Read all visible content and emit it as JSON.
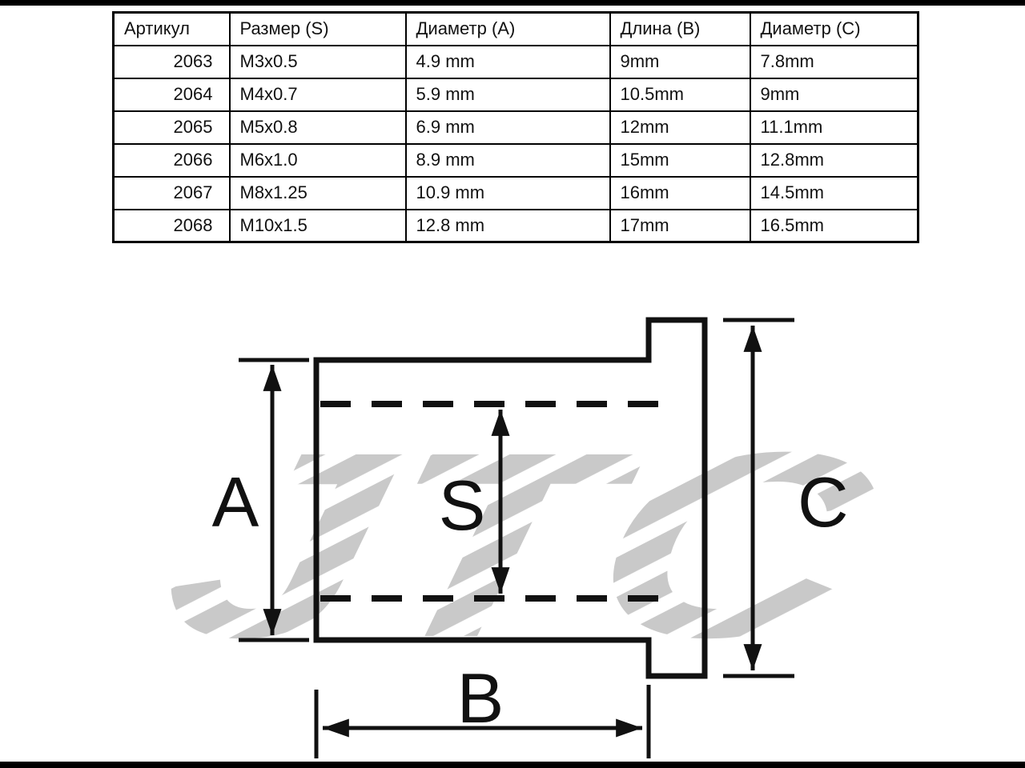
{
  "table": {
    "headers": [
      "Артикул",
      "Размер (S)",
      "Диаметр (A)",
      "Длина (B)",
      "Диаметр (C)"
    ],
    "rows": [
      [
        "2063",
        "M3x0.5",
        "4.9 mm",
        "9mm",
        "7.8mm"
      ],
      [
        "2064",
        "M4x0.7",
        "5.9 mm",
        "10.5mm",
        "9mm"
      ],
      [
        "2065",
        "M5x0.8",
        "6.9 mm",
        "12mm",
        "11.1mm"
      ],
      [
        "2066",
        "M6x1.0",
        "8.9 mm",
        "15mm",
        "12.8mm"
      ],
      [
        "2067",
        "M8x1.25",
        "10.9 mm",
        "16mm",
        "14.5mm"
      ],
      [
        "2068",
        "M10x1.5",
        "12.8 mm",
        "17mm",
        "16.5mm"
      ]
    ]
  },
  "diagram": {
    "watermark": "JTC",
    "labels": {
      "a": "A",
      "s": "S",
      "b": "B",
      "c": "C"
    },
    "colors": {
      "line": "#111111",
      "watermark_stripe": "#c9c9c9"
    }
  }
}
